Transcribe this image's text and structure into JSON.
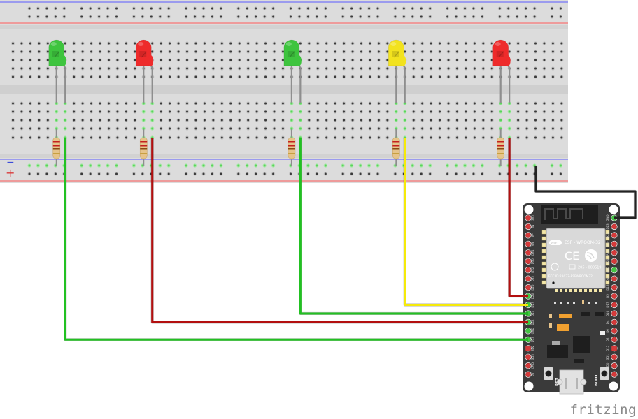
{
  "app": {
    "watermark": "fritzing"
  },
  "breadboard": {
    "rail_minus_label": "−",
    "rail_plus_label": "+",
    "colors": {
      "body": "#dcdcdc",
      "hole": "#3a3a3a",
      "active_hole": "#5cd35c",
      "rail_blue": "#5a5aff",
      "rail_red": "#ff5a5a"
    }
  },
  "leds": [
    {
      "color_name": "green",
      "color": "#3ec43e"
    },
    {
      "color_name": "red",
      "color": "#ee2b2b"
    },
    {
      "color_name": "green",
      "color": "#3ec43e"
    },
    {
      "color_name": "yellow",
      "color": "#f2e21e"
    },
    {
      "color_name": "red",
      "color": "#ee2b2b"
    }
  ],
  "wires": [
    {
      "color_name": "green",
      "color": "#22c122",
      "to_pin": "D13"
    },
    {
      "color_name": "red",
      "color": "#b30f0f",
      "to_pin": "D12"
    },
    {
      "color_name": "green",
      "color": "#22c122",
      "to_pin": "D14"
    },
    {
      "color_name": "yellow",
      "color": "#f5ea0a",
      "to_pin": "D27"
    },
    {
      "color_name": "red",
      "color": "#b30f0f",
      "to_pin": "D26"
    },
    {
      "color_name": "black",
      "color": "#222222",
      "to_pin": "GND"
    }
  ],
  "esp32": {
    "module_name": "ESP - WROOM-32",
    "ce_mark": "CE",
    "r_code": "205 - 000519",
    "fcc": "FCC ID:2AC7Z-ESPWROOM32",
    "wifi": "WiFi",
    "rst_label": "RST",
    "boot_label": "BOOT",
    "left_pins": [
      "3V3",
      "EN",
      "VP",
      "VN",
      "D34",
      "D35",
      "D32",
      "D33",
      "D25",
      "D26",
      "D27",
      "D14",
      "D12",
      "GND",
      "D13",
      "SD2",
      "SD3",
      "CMD",
      "5V"
    ],
    "right_pins": [
      "GND",
      "D23",
      "D22",
      "TX0",
      "RX0",
      "D21",
      "GND",
      "D19",
      "D18",
      "D5",
      "D17",
      "D16",
      "D4",
      "D0",
      "D2",
      "D15",
      "SD1",
      "SD0",
      "CLK"
    ]
  }
}
